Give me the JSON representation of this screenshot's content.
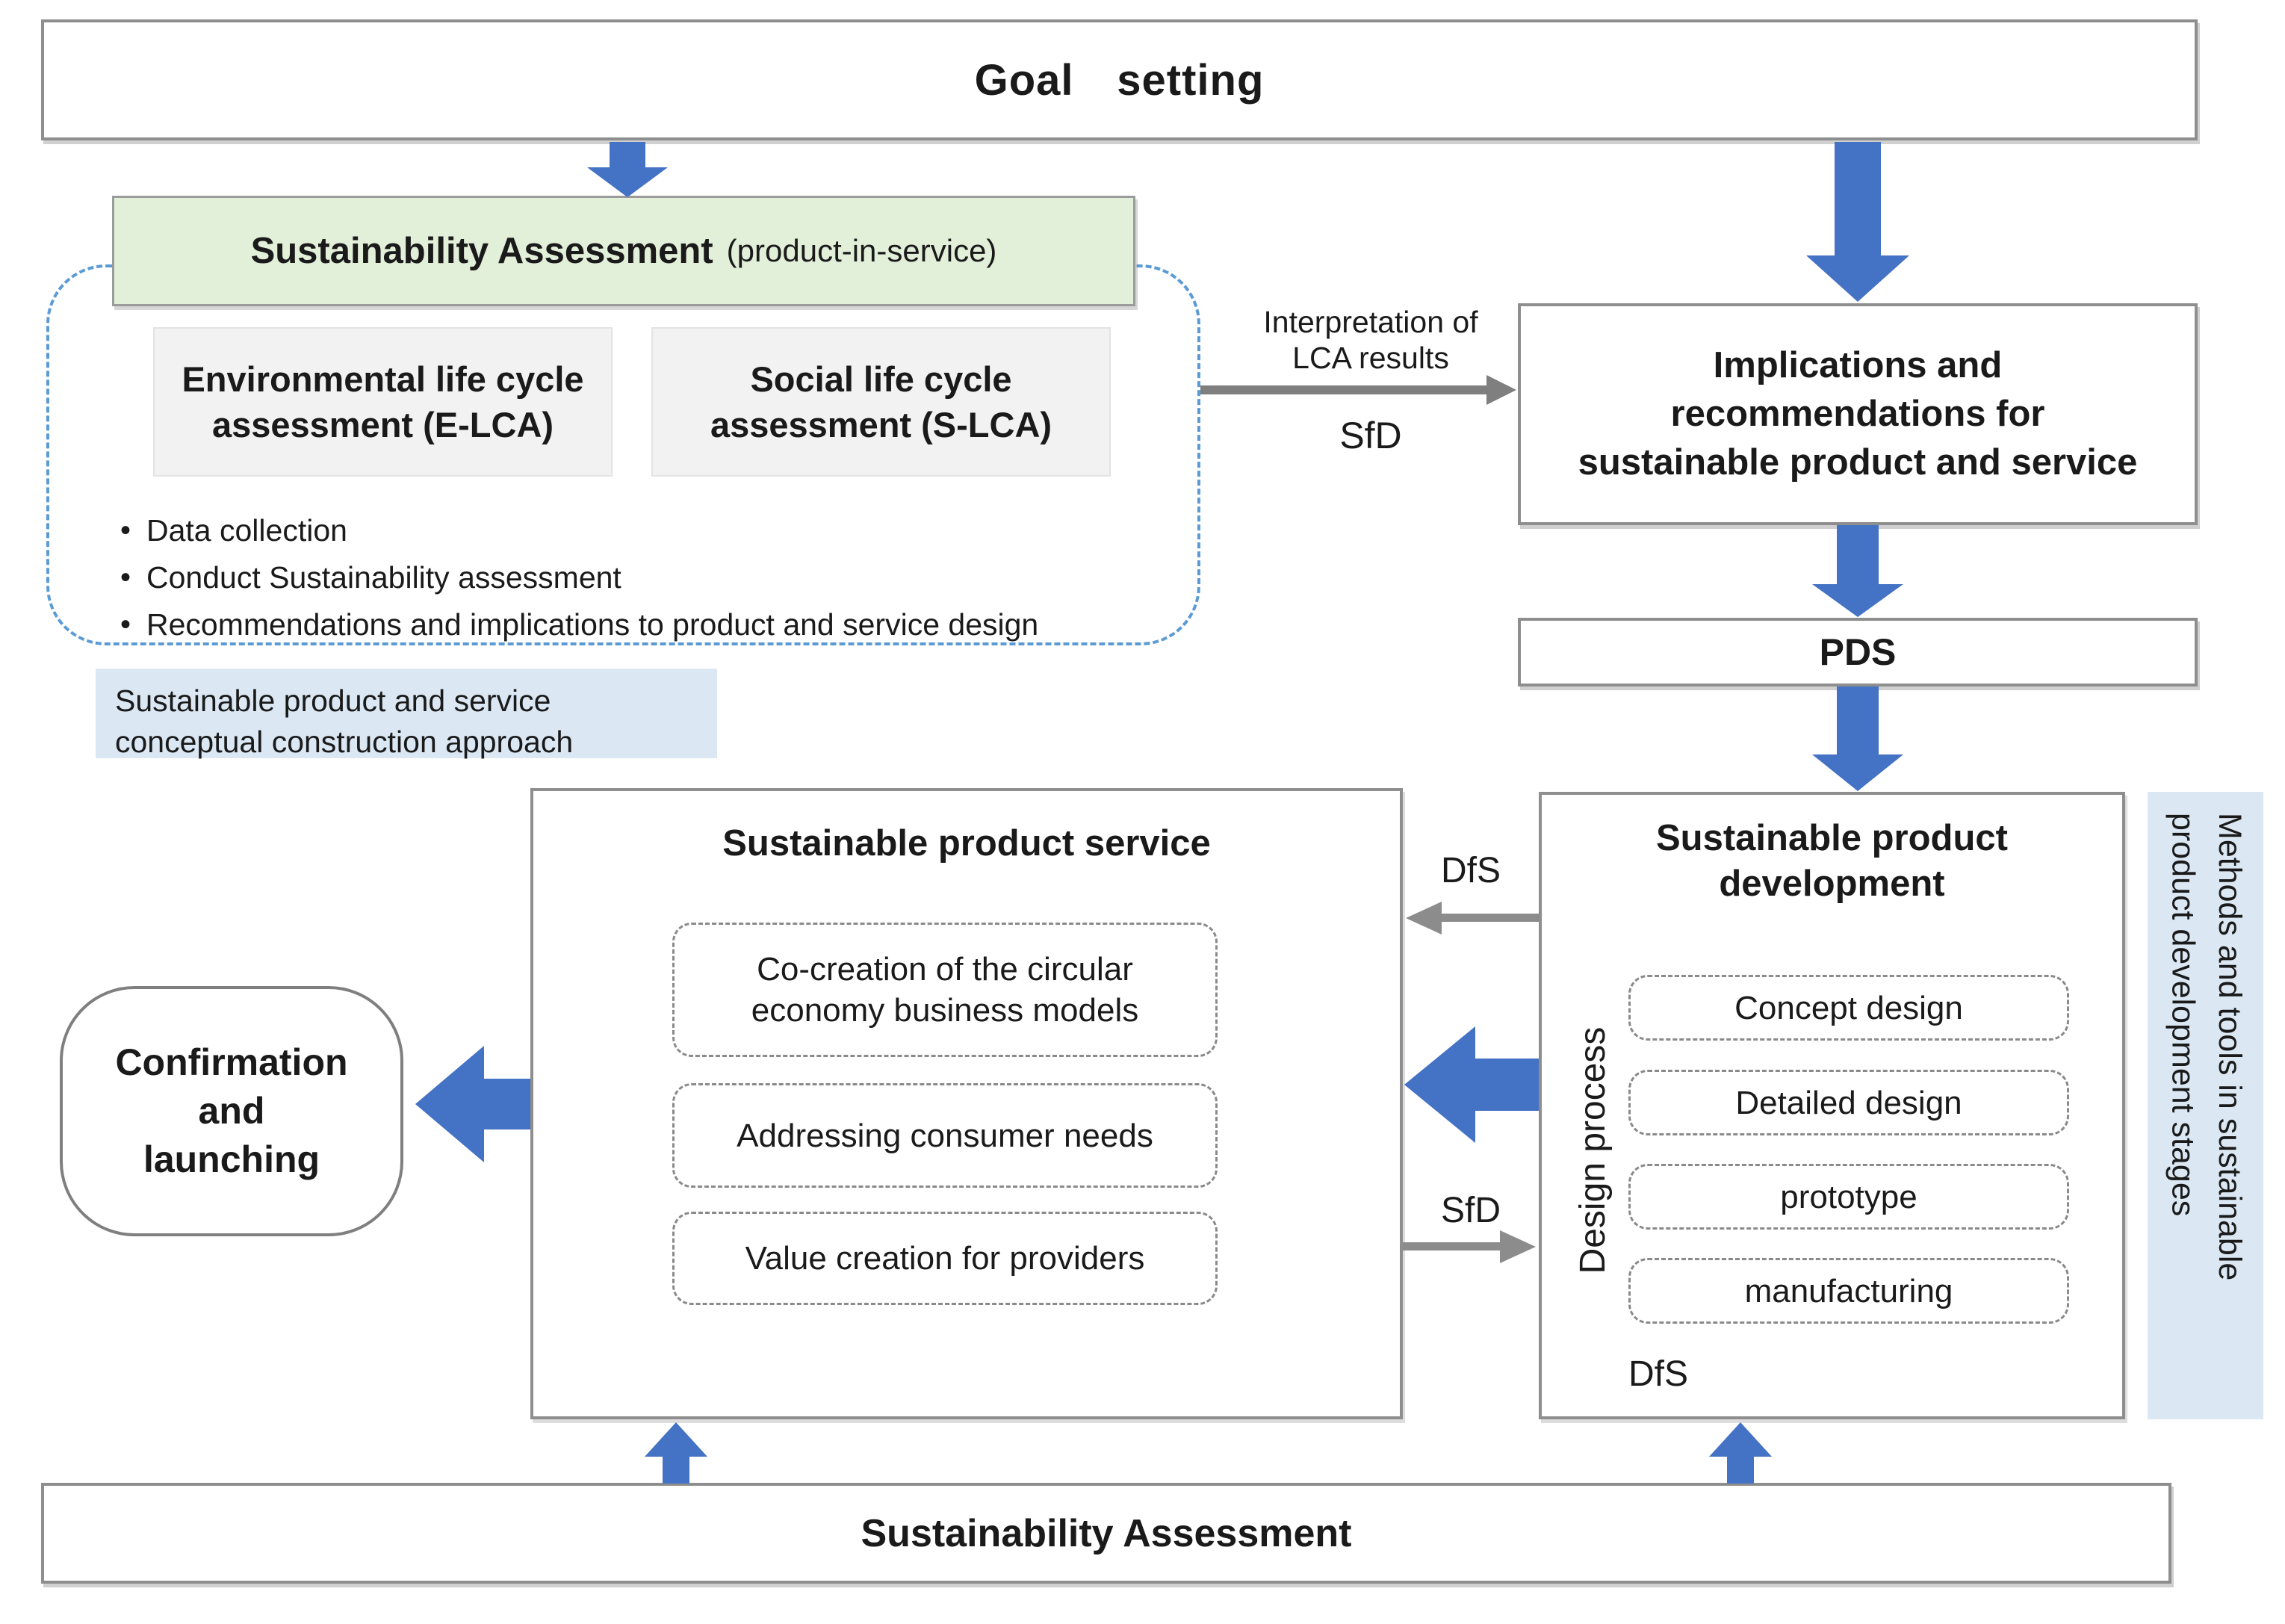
{
  "colors": {
    "arrow_blue": "#4472c4",
    "arrow_gray": "#808080",
    "green_fill": "#e2efd9",
    "light_blue_fill": "#dbe8f4",
    "dashed_blue_border": "#5b9bd5",
    "gray_box_fill": "#f2f2f2",
    "box_border_gray": "#8e8e8e"
  },
  "goal": {
    "label": "Goal setting"
  },
  "assessment_header": {
    "title": "Sustainability Assessment",
    "subtitle": "(product-in-service)"
  },
  "lca": {
    "elca": "Environmental life cycle\nassessment (E-LCA)",
    "slca": "Social life cycle\nassessment (S-LCA)"
  },
  "bullets": {
    "b1": "Data collection",
    "b2": "Conduct Sustainability assessment",
    "b3": "Recommendations and implications to product and service design"
  },
  "caption": {
    "label": "Sustainable product and service\nconceptual construction approach"
  },
  "interpretation": {
    "label": "Interpretation of\nLCA results",
    "sfd": "SfD"
  },
  "implications": {
    "label": "Implications and\nrecommendations for\nsustainable product and service"
  },
  "pds": {
    "label": "PDS"
  },
  "spd": {
    "title": "Sustainable product\ndevelopment",
    "design_process": "Design process",
    "stage1": "Concept design",
    "stage2": "Detailed design",
    "stage3": "prototype",
    "stage4": "manufacturing",
    "dfs": "DfS"
  },
  "sidebar": {
    "label": "Methods and tools in sustainable\nproduct development stages"
  },
  "sps": {
    "title": "Sustainable product service",
    "item1": "Co-creation of the circular\neconomy business models",
    "item2": "Addressing consumer needs",
    "item3": "Value creation for providers"
  },
  "gap": {
    "dfs": "DfS",
    "sfd": "SfD"
  },
  "confirmation": {
    "label": "Confirmation\nand\nlaunching"
  },
  "bottom": {
    "label": "Sustainability Assessment"
  }
}
